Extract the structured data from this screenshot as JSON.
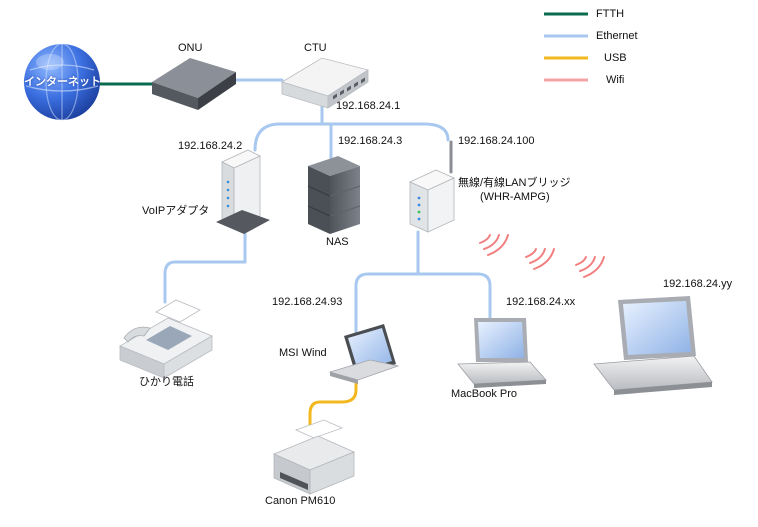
{
  "legend": [
    {
      "label": "FTTH",
      "color": "#0b6b4f"
    },
    {
      "label": "Ethernet",
      "color": "#a9c8ef"
    },
    {
      "label": "USB",
      "color": "#f2b81d"
    },
    {
      "label": "Wifi",
      "color": "#f3a3a3"
    }
  ],
  "nodes": {
    "internet": "インターネット",
    "onu": "ONU",
    "ctu": "CTU",
    "ctu_ip": "192.168.24.1",
    "voip_ip": "192.168.24.2",
    "voip": "VoIPアダプタ",
    "nas_ip": "192.168.24.3",
    "nas": "NAS",
    "bridge_ip": "192.168.24.100",
    "bridge_name": "無線/有線LANブリッジ",
    "bridge_model": "(WHR-AMPG)",
    "msi_ip": "192.168.24.93",
    "msi": "MSI Wind",
    "macbook_ip": "192.168.24.xx",
    "macbook": "MacBook Pro",
    "wifi_laptop_ip": "192.168.24.yy",
    "fax": "ひかり電話",
    "printer": "Canon PM610"
  }
}
